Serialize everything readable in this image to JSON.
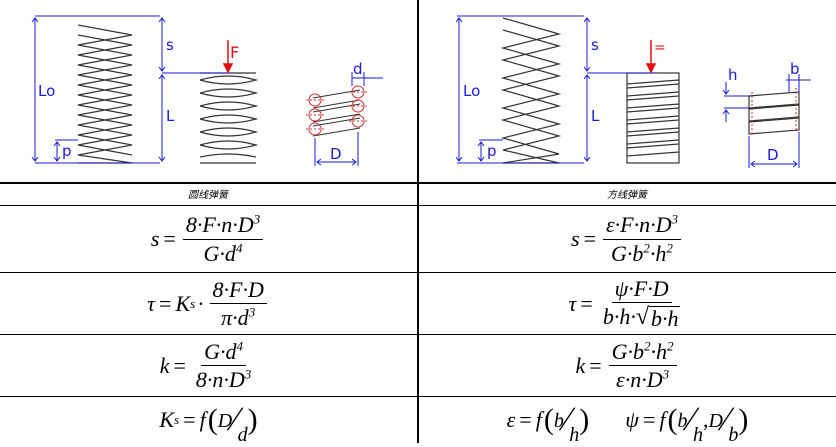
{
  "labels": {
    "left_caption": "圆线弹簧",
    "right_caption": "方线弹簧",
    "L0": "Lo",
    "L": "L",
    "s": "s",
    "p": "p",
    "F": "F",
    "F_right": "=",
    "d": "d",
    "D": "D",
    "h": "h",
    "b": "b"
  },
  "formulas": {
    "round": {
      "s": {
        "lhs": "s",
        "num": "8·F·n·D",
        "num_sup": "3",
        "den": "G·d",
        "den_sup": "4"
      },
      "tau": {
        "lhs": "τ",
        "ks": "K",
        "ks_sub": "s",
        "num": "8·F·D",
        "den": "π·d",
        "den_sup": "3"
      },
      "k": {
        "lhs": "k",
        "num": "G·d",
        "num_sup": "4",
        "den": "8·n·D",
        "den_sup": "3"
      },
      "ks": {
        "lhs": "K",
        "lhs_sub": "s",
        "f": "f",
        "a": "D",
        "b": "d"
      }
    },
    "square": {
      "s": {
        "lhs": "s",
        "num": "ε·F·n·D",
        "num_sup": "3",
        "den": "G·b",
        "den_sup1": "2",
        "den_mid": "·h",
        "den_sup2": "2"
      },
      "tau": {
        "lhs": "τ",
        "num": "ψ·F·D",
        "den": "b·h·",
        "den_root": "b·h"
      },
      "k": {
        "lhs": "k",
        "num": "G·b",
        "num_sup1": "2",
        "num_mid": "·h",
        "num_sup2": "2",
        "den": "ε·n·D",
        "den_sup": "3"
      },
      "eps": {
        "lhs": "ε",
        "f": "f",
        "a": "b",
        "b": "h"
      },
      "psi": {
        "lhs": "ψ",
        "f": "f",
        "a1": "b",
        "b1": "h",
        "a2": "D",
        "b2": "b"
      }
    }
  },
  "colors": {
    "dim": "#1a1ad6",
    "force": "#e01010",
    "line": "#000000"
  }
}
